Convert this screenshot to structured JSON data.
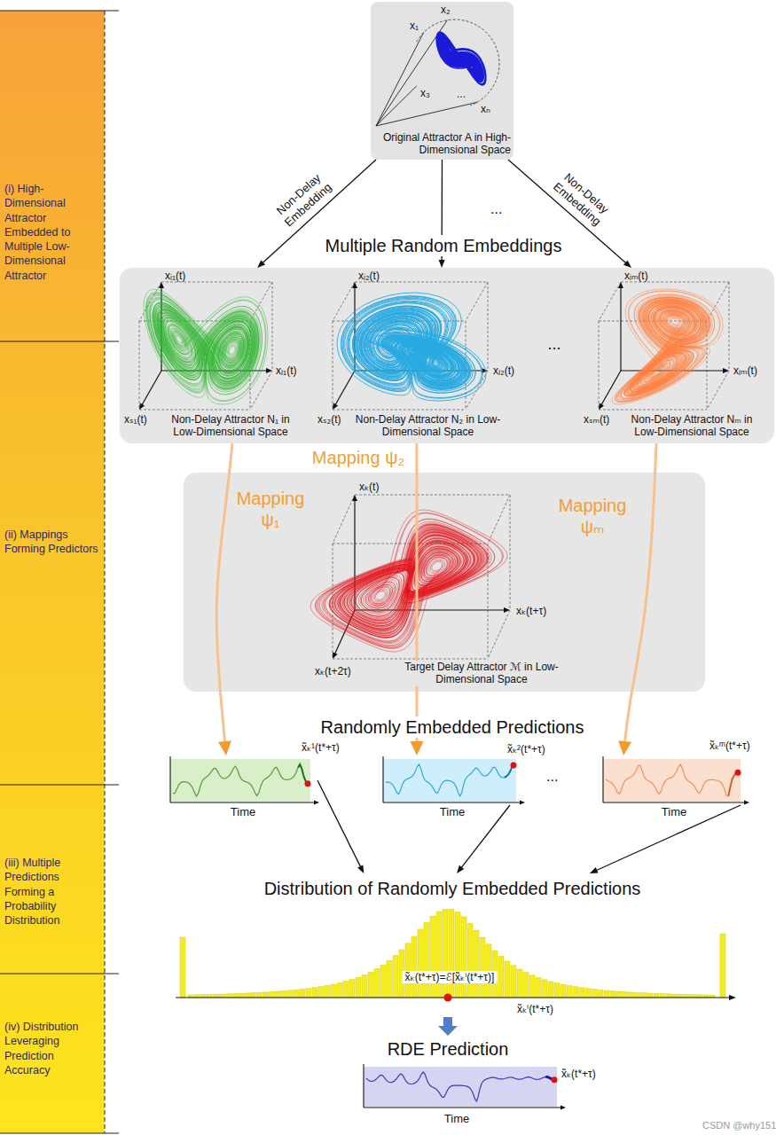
{
  "diagram": {
    "nodes": [
      {
        "text": [
          "(i) High-Dimensional Attractor Embedded to Multiple Low-Dimensional Attractor"
        ]
      },
      {
        "text": [
          "(ii) Mappings Forming Predictors"
        ]
      },
      {
        "text": [
          "(iii) Multiple Predictions Forming a Probability Distribution"
        ]
      },
      {
        "text": [
          "(iv) Distribution Leveraging Prediction Accuracy"
        ]
      },
      {
        "text": [
          "x₁",
          "x₂",
          "x₃",
          "xₙ",
          "...",
          "Original Attractor A in High-Dimensional Space"
        ]
      },
      {
        "text": [
          "Multiple Random Embeddings",
          "..."
        ]
      },
      {
        "text": [
          "xᵢ₁(t)",
          "xⱼ₁(t)",
          "xₛ₁(t)",
          "Non-Delay Attractor N₁ in Low-Dimensional Space"
        ],
        "in": 5
      },
      {
        "text": [
          "xᵢ₂(t)",
          "xⱼ₂(t)",
          "xₛ₂(t)",
          "Non-Delay Attractor N₂ in Low-Dimensional Space"
        ],
        "in": 5
      },
      {
        "text": [
          "xᵢₘ(t)",
          "xⱼₘ(t)",
          "xₛₘ(t)",
          "Non-Delay Attractor Nₘ in Low-Dimensional Space"
        ],
        "in": 5
      },
      {
        "text": [
          "xₖ(t)",
          "xₖ(t+τ)",
          "xₖ(t+2τ)",
          "Target Delay Attractor ℳ in Low-Dimensional Space"
        ]
      },
      {
        "text": [
          "x̃ₖ¹(t*+τ)",
          "Time"
        ]
      },
      {
        "text": [
          "x̃ₖ²(t*+τ)",
          "Time"
        ]
      },
      {
        "text": [
          "x̃ₖᵐ(t*+τ)",
          "Time"
        ]
      },
      {
        "text": [
          "Distribution of Randomly Embedded Predictions",
          "x̃ₖ(t*+τ)=ℰ[x̃ₖⁱ(t*+τ)]",
          "x̃ₖⁱ(t*+τ)"
        ]
      },
      {
        "text": [
          "RDE Prediction",
          "x̃ₖ(t*+τ)",
          "Time"
        ]
      }
    ],
    "edges": [
      {
        "from": 4,
        "to": 6,
        "arrow": "to",
        "label": "Non-Delay Embedding"
      },
      {
        "from": 4,
        "to": 7,
        "arrow": "to"
      },
      {
        "from": 4,
        "to": 8,
        "arrow": "to",
        "label": "Non-Delay Embedding"
      },
      {
        "from": 6,
        "to": 10,
        "arrow": "to",
        "label": "Mapping ψ₁"
      },
      {
        "from": 7,
        "to": 11,
        "arrow": "to",
        "label": "Mapping ψ₂"
      },
      {
        "from": 8,
        "to": 12,
        "arrow": "to",
        "label": "Mapping ψₘ"
      },
      {
        "from": 10,
        "to": 13,
        "arrow": "to"
      },
      {
        "from": 11,
        "to": 13,
        "arrow": "to"
      },
      {
        "from": 12,
        "to": 13,
        "arrow": "to"
      },
      {
        "from": 13,
        "to": 14,
        "arrow": "to"
      }
    ],
    "labels": [
      "...",
      "Randomly Embedded Predictions",
      "...",
      "CSDN @why151"
    ]
  }
}
